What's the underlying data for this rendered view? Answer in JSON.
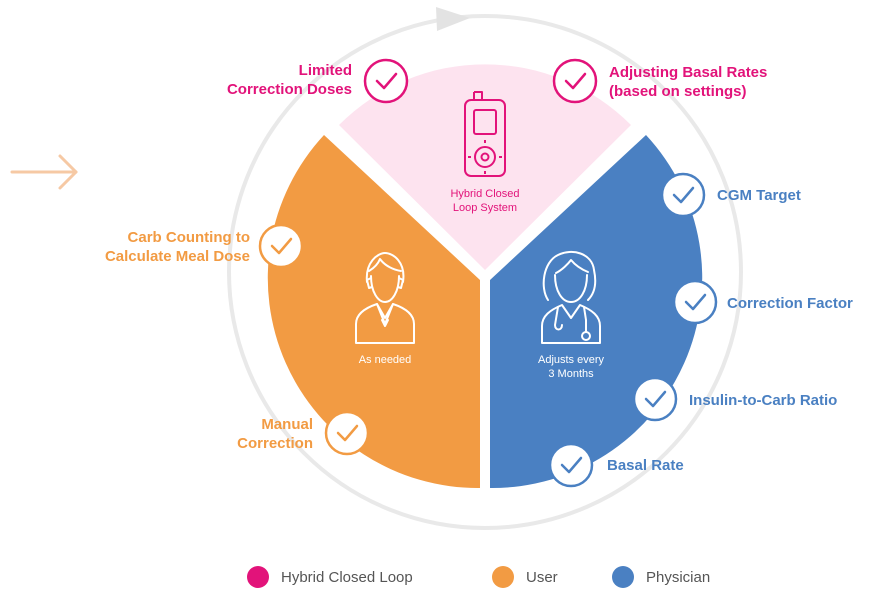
{
  "colors": {
    "hybrid": "#e2137a",
    "hybrid_sector": "#fde3ef",
    "user": "#f29b43",
    "physician": "#4a80c2",
    "ring": "#e9e9e9",
    "arrow_left": "#f6c9a4"
  },
  "sectors": {
    "hybrid": {
      "line1": "Hybrid Closed",
      "line2": "Loop System",
      "icon": "insulin-pump-icon"
    },
    "user": {
      "caption": "As needed",
      "icon": "user-person-icon"
    },
    "physician": {
      "line1": "Adjusts every",
      "line2": "3 Months",
      "icon": "doctor-icon"
    }
  },
  "labels": {
    "limited_correction": {
      "line1": "Limited",
      "line2": "Correction Doses"
    },
    "adjusting_basal": {
      "line1": "Adjusting Basal Rates",
      "line2": "(based on settings)"
    },
    "carb_counting": {
      "line1": "Carb Counting to",
      "line2": "Calculate Meal Dose"
    },
    "manual_correction": {
      "line1": "Manual",
      "line2": "Correction"
    },
    "cgm_target": "CGM Target",
    "correction_factor": "Correction Factor",
    "insulin_carb": "Insulin-to-Carb Ratio",
    "basal_rate": "Basal Rate"
  },
  "legend": [
    {
      "label": "Hybrid Closed Loop",
      "color": "#e2137a"
    },
    {
      "label": "User",
      "color": "#f29b43"
    },
    {
      "label": "Physician",
      "color": "#4a80c2"
    }
  ]
}
